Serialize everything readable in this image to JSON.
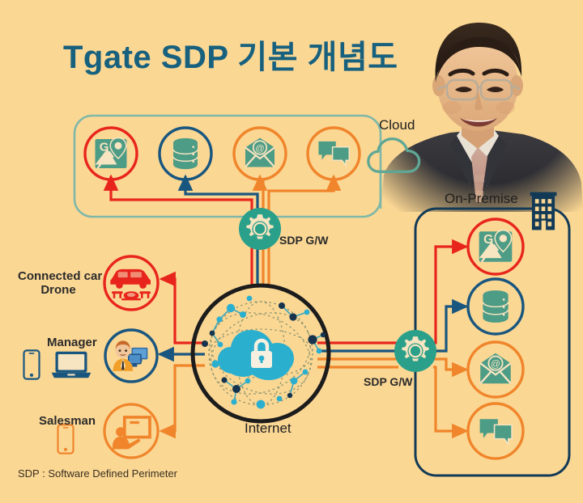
{
  "page": {
    "title": "Tgate SDP 기본 개념도",
    "footnote": "SDP : Software Defined Perimeter",
    "background_color": "#FBD794",
    "title_color": "#17617F"
  },
  "colors": {
    "red": "#E8251C",
    "navy": "#19567F",
    "dark_navy": "#123A56",
    "orange": "#F0852B",
    "teal": "#2AA08A",
    "teal_dark": "#3E9C8C",
    "icon_teal": "#4C9C86",
    "black": "#1C1C1C",
    "cyan": "#29A3C0"
  },
  "zones": {
    "cloud": {
      "label": "Cloud",
      "border_color": "#7FB8A8",
      "icon": "cloud-icon"
    },
    "on_premise": {
      "label": "On-Premise",
      "border_color": "#123A56",
      "icon": "building-icon"
    }
  },
  "cloud_services": [
    {
      "name": "map",
      "icon": "map-location-icon",
      "ring_color": "#E8251C"
    },
    {
      "name": "database",
      "icon": "database-icon",
      "ring_color": "#19567F"
    },
    {
      "name": "email",
      "icon": "email-icon",
      "ring_color": "#F0852B"
    },
    {
      "name": "chat",
      "icon": "chat-icon",
      "ring_color": "#F0852B"
    }
  ],
  "onprem_services": [
    {
      "name": "map",
      "icon": "map-location-icon",
      "ring_color": "#E8251C"
    },
    {
      "name": "database",
      "icon": "database-icon",
      "ring_color": "#19567F"
    },
    {
      "name": "email",
      "icon": "email-icon",
      "ring_color": "#F0852B"
    },
    {
      "name": "chat",
      "icon": "chat-icon",
      "ring_color": "#F0852B"
    }
  ],
  "gateways": [
    {
      "label": "SDP G/W",
      "position": "cloud"
    },
    {
      "label": "SDP G/W",
      "position": "on-premise"
    }
  ],
  "internet": {
    "label": "Internet",
    "icon": "secure-cloud-lock-icon",
    "ring_color": "#1C1C1C"
  },
  "clients": [
    {
      "label_line1": "Connected car",
      "label_line2": "Drone",
      "icon": "car-drone-icon",
      "ring_color": "#E8251C",
      "devices": []
    },
    {
      "label_line1": "Manager",
      "label_line2": "",
      "icon": "manager-workstation-icon",
      "ring_color": "#19567F",
      "devices": [
        "smartphone-icon",
        "laptop-icon"
      ]
    },
    {
      "label_line1": "Salesman",
      "label_line2": "",
      "icon": "presentation-icon",
      "ring_color": "#F0852B",
      "devices": [
        "smartphone-icon"
      ]
    }
  ],
  "photo": {
    "alt": "portrait-of-man-in-suit"
  }
}
